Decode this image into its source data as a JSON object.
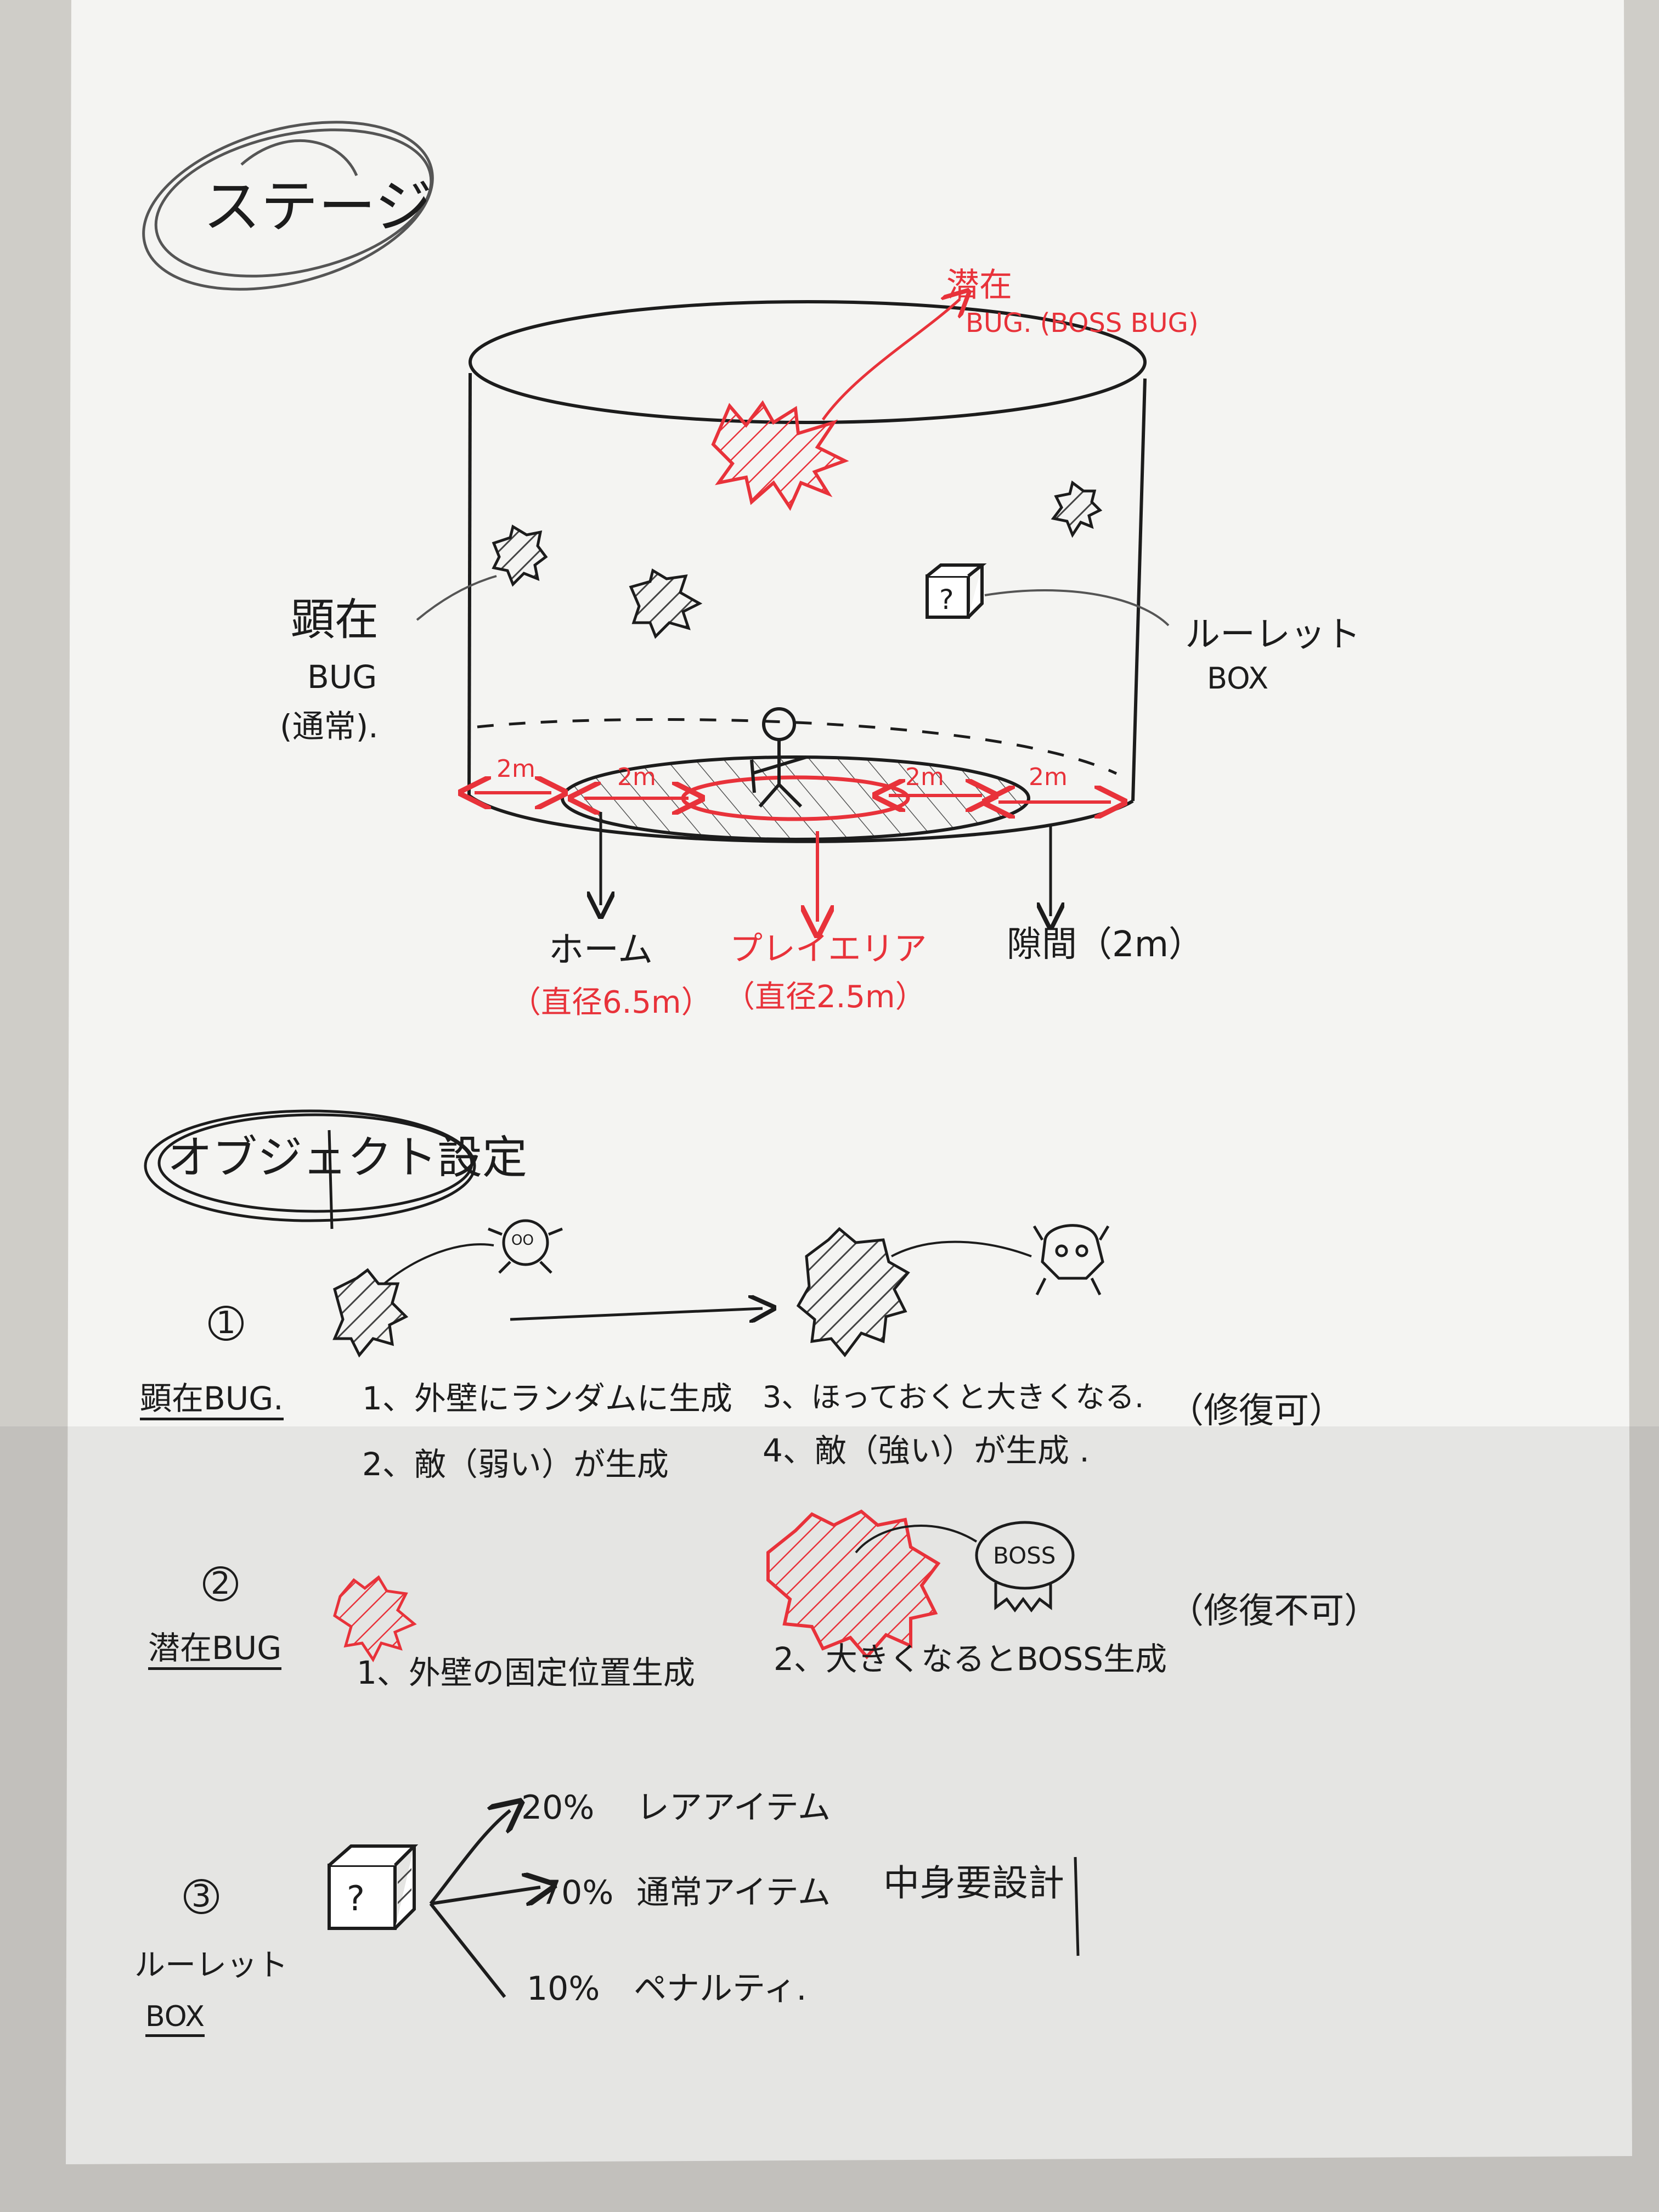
{
  "colors": {
    "paper": "#f4f4f2",
    "ink": "#1c1c1c",
    "red_ink": "#e8323a",
    "hatch": "#555555"
  },
  "stage_section": {
    "title": "ステージ",
    "latent_bug_label": "潜在",
    "latent_bug_sub": "BUG. (BOSS BUG)",
    "visible_bug_label": "顕在",
    "visible_bug_bug": "BUG",
    "visible_bug_sub": "(通常).",
    "roulette_label": "ルーレット",
    "roulette_sub": "BOX",
    "dim_labels": [
      "2m",
      "2m",
      "2m",
      "2m"
    ],
    "home_label": "ホーム",
    "home_sub": "（直径6.5m）",
    "play_area_label": "プレイエリア",
    "play_area_sub": "（直径2.5m）",
    "gap_label": "隙間（2m）"
  },
  "object_section": {
    "title": "オブジェクト設定",
    "visible": {
      "num": "1",
      "name": "顕在BUG.",
      "steps_left": [
        "1、外壁にランダムに生成",
        "2、敵（弱い）が生成"
      ],
      "steps_right": [
        "3、ほっておくと大きくなる.",
        "4、敵（強い）が生成 ."
      ],
      "repair": "（修復可）",
      "enemy_text": "OO"
    },
    "latent": {
      "num": "2",
      "name": "潜在BUG",
      "step_left": "1、外壁の固定位置生成",
      "step_right": "2、大きくなるとBOSS生成",
      "repair": "（修復不可）",
      "boss_text": "BOSS"
    },
    "roulette": {
      "num": "3",
      "name_line1": "ルーレット",
      "name_line2": "BOX",
      "box_mark": "?",
      "outcomes": [
        {
          "pct": "20%",
          "label": "レアアイテム"
        },
        {
          "pct": "70%",
          "label": "通常アイテム"
        },
        {
          "pct": "10%",
          "label": "ペナルティ."
        }
      ],
      "note": "中身要設計"
    }
  }
}
